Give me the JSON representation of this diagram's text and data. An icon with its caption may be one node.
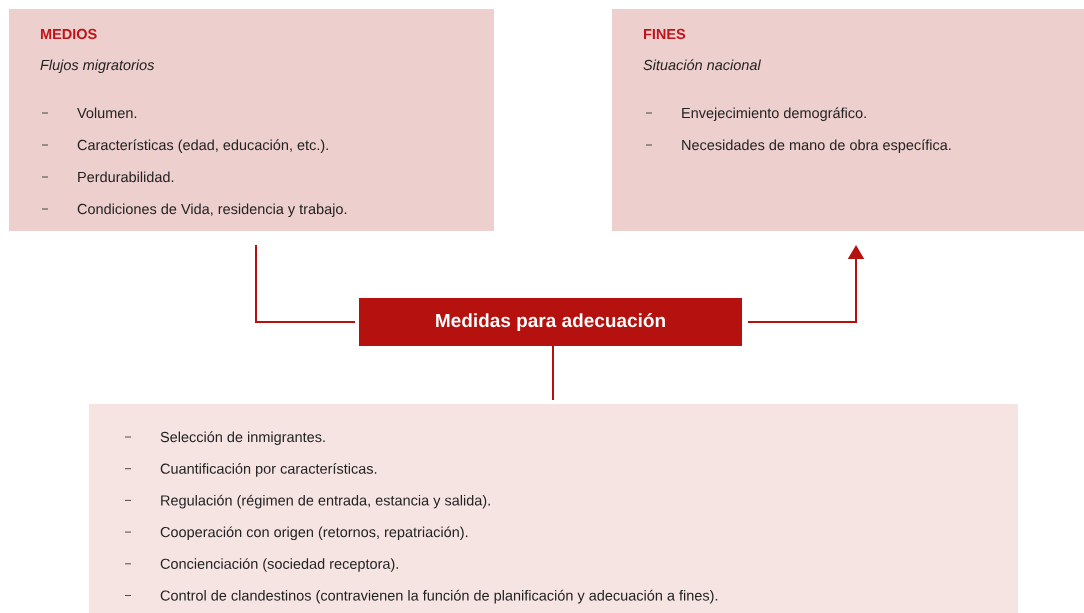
{
  "diagram": {
    "nodes": [
      {
        "text": [
          "MEDIOS",
          "Flujos migratorios",
          "Volumen.",
          "Características (edad, educación, etc.).",
          "Perdurabilidad.",
          "Condiciones de Vida, residencia y trabajo."
        ]
      },
      {
        "text": [
          "FINES",
          "Situación nacional",
          "Envejecimiento demográfico.",
          "Necesidades de mano de obra específica."
        ]
      },
      {
        "text": [
          "Medidas para adecuación"
        ]
      },
      {
        "text": [
          "Selección de inmigrantes.",
          "Cuantificación por características.",
          "Regulación (régimen de entrada, estancia y salida).",
          "Cooperación con origen (retornos, repatriación).",
          "Concienciación (sociedad receptora).",
          "Control de clandestinos (contravienen la función de planificación y adecuación a fines)."
        ]
      }
    ],
    "edges": [
      {
        "from": 0,
        "to": 2,
        "arrow": "none"
      },
      {
        "from": 2,
        "to": 1,
        "arrow": "to"
      },
      {
        "from": 2,
        "to": 3,
        "arrow": "none"
      }
    ]
  }
}
